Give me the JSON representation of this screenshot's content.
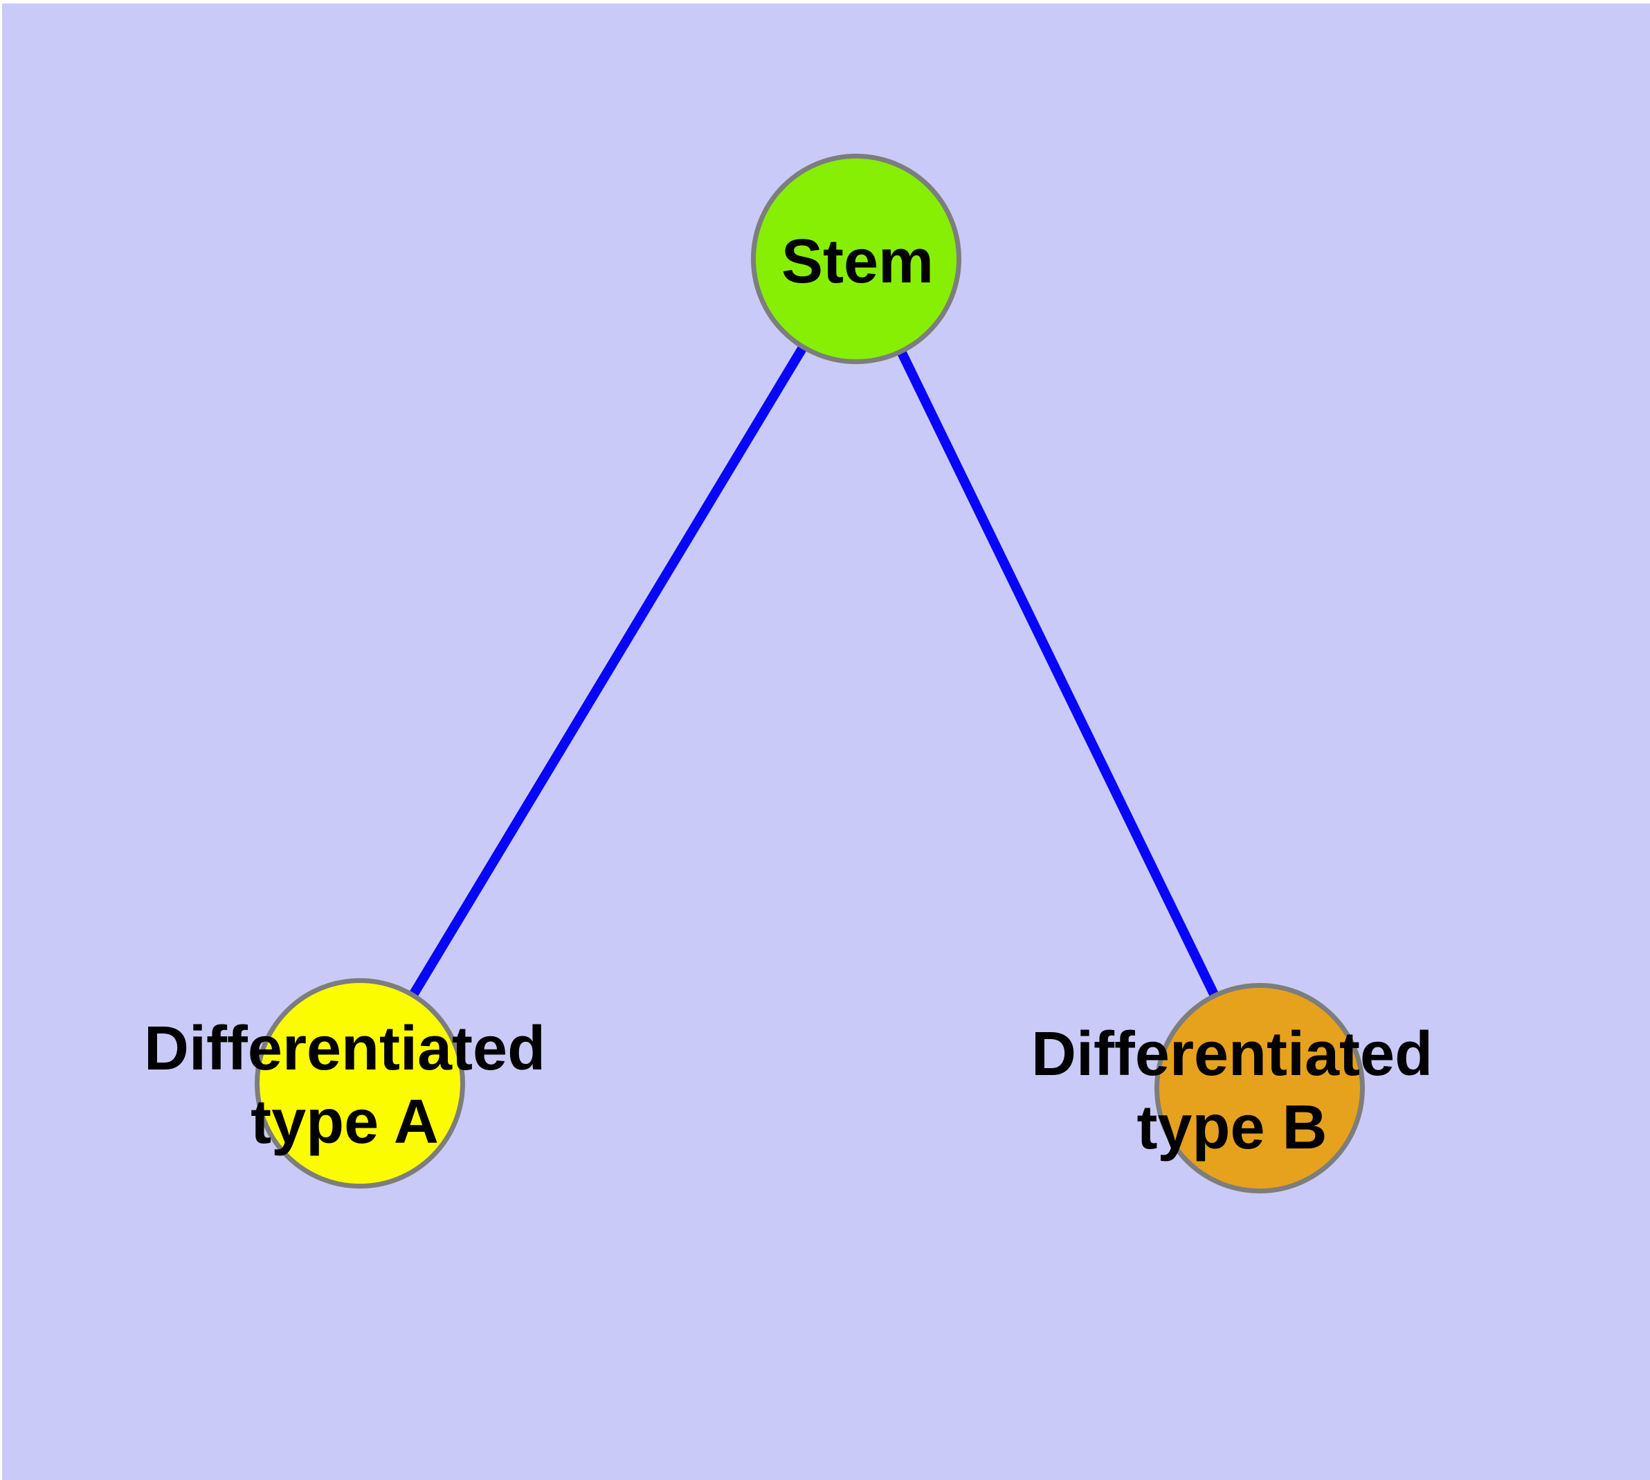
{
  "diagram": {
    "background_color": "#cacaf8",
    "margin_color": "#ffffff",
    "edge_color": "#0806fa",
    "node_border_color": "#7d7d7d",
    "text_color": "#000000",
    "nodes": [
      {
        "id": "stem",
        "label": "Stem",
        "fill_color": "#86ef04",
        "shape": "circle"
      },
      {
        "id": "differentiated-type-a",
        "label_line1": "Differentiated",
        "label_line2": "type A",
        "fill_color": "#fcfc00",
        "shape": "circle"
      },
      {
        "id": "differentiated-type-b",
        "label_line1": "Differentiated",
        "label_line2": "type B",
        "fill_color": "#e6a21c",
        "shape": "circle"
      }
    ],
    "edges": [
      {
        "from": "stem",
        "to": "differentiated-type-a"
      },
      {
        "from": "stem",
        "to": "differentiated-type-b"
      }
    ]
  }
}
